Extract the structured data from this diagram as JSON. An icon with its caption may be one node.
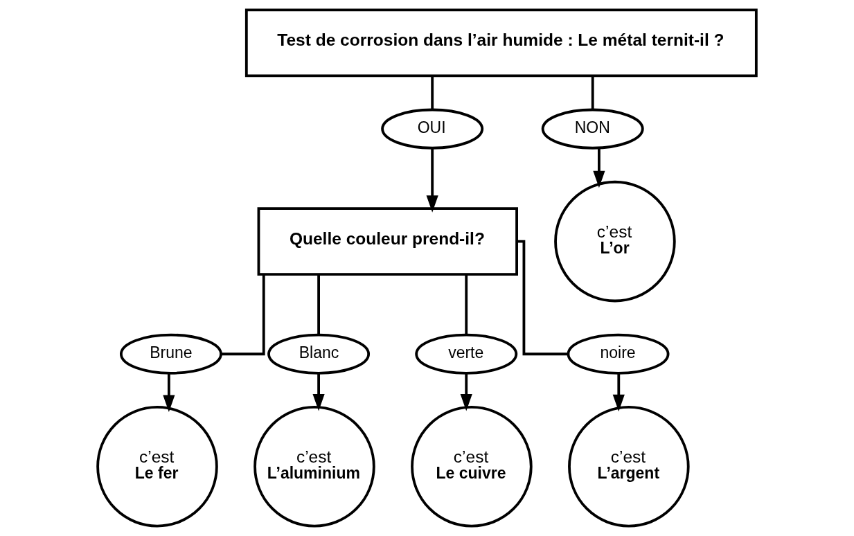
{
  "diagram": {
    "nodes": [
      {
        "text": [
          "Test de corrosion dans l’air humide : Le métal ternit-il ?"
        ]
      },
      {
        "text": [
          "OUI"
        ]
      },
      {
        "text": [
          "NON"
        ]
      },
      {
        "text": [
          "Quelle couleur prend-il?"
        ]
      },
      {
        "text": [
          "c’est",
          "L’or"
        ]
      },
      {
        "text": [
          "Brune"
        ]
      },
      {
        "text": [
          "Blanc"
        ]
      },
      {
        "text": [
          "verte"
        ]
      },
      {
        "text": [
          "noire"
        ]
      },
      {
        "text": [
          "c’est",
          "Le fer"
        ]
      },
      {
        "text": [
          "c’est",
          "L’aluminium"
        ]
      },
      {
        "text": [
          "c’est",
          "Le cuivre"
        ]
      },
      {
        "text": [
          "c’est",
          "L’argent"
        ]
      }
    ],
    "edges": [
      {
        "from": 0,
        "to": 1,
        "arrow": "none"
      },
      {
        "from": 0,
        "to": 2,
        "arrow": "none"
      },
      {
        "from": 1,
        "to": 3,
        "arrow": "to"
      },
      {
        "from": 2,
        "to": 4,
        "arrow": "to"
      },
      {
        "from": 3,
        "to": 5,
        "arrow": "none"
      },
      {
        "from": 3,
        "to": 6,
        "arrow": "none"
      },
      {
        "from": 3,
        "to": 7,
        "arrow": "none"
      },
      {
        "from": 3,
        "to": 8,
        "arrow": "none"
      },
      {
        "from": 5,
        "to": 9,
        "arrow": "to"
      },
      {
        "from": 6,
        "to": 10,
        "arrow": "to"
      },
      {
        "from": 7,
        "to": 11,
        "arrow": "to"
      },
      {
        "from": 8,
        "to": 12,
        "arrow": "to"
      }
    ]
  }
}
